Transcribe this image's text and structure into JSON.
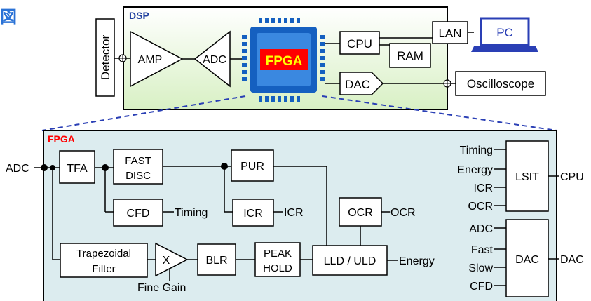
{
  "corner_mark": "図",
  "dsp": {
    "title": "DSP",
    "detector": "Detector",
    "amp": "AMP",
    "adc": "ADC",
    "fpga": "FPGA",
    "cpu": "CPU",
    "ram": "RAM",
    "lan": "LAN",
    "pc": "PC",
    "dac": "DAC",
    "oscilloscope": "Oscilloscope"
  },
  "fpga_detail": {
    "title": "FPGA",
    "adc_in": "ADC",
    "tfa": "TFA",
    "fast_disc_1": "FAST",
    "fast_disc_2": "DISC",
    "pur": "PUR",
    "cfd": "CFD",
    "timing_out": "Timing",
    "icr_box": "ICR",
    "icr_out": "ICR",
    "ocr_box": "OCR",
    "ocr_out": "OCR",
    "trap_1": "Trapezoidal",
    "trap_2": "Filter",
    "mult": "X",
    "fine_gain": "Fine Gain",
    "blr": "BLR",
    "peak_1": "PEAK",
    "peak_2": "HOLD",
    "lld_uld": "LLD / ULD",
    "energy_out": "Energy",
    "lsit": "LSIT",
    "lsit_inputs": [
      "Timing",
      "Energy",
      "ICR",
      "OCR"
    ],
    "lsit_out": "CPU",
    "dac": "DAC",
    "dac_inputs": [
      "ADC",
      "Fast",
      "Slow",
      "CFD"
    ],
    "dac_out": "DAC"
  },
  "colors": {
    "title_blue": "#1f3f9f",
    "fpga_red": "#ff0000",
    "dsp_fill": "#e6f7d6",
    "fpga_panel_fill": "#dcecef",
    "chip_blue": "#1560c0",
    "chip_dark": "#0f3f8f",
    "pc_blue": "#2a3fb5"
  }
}
